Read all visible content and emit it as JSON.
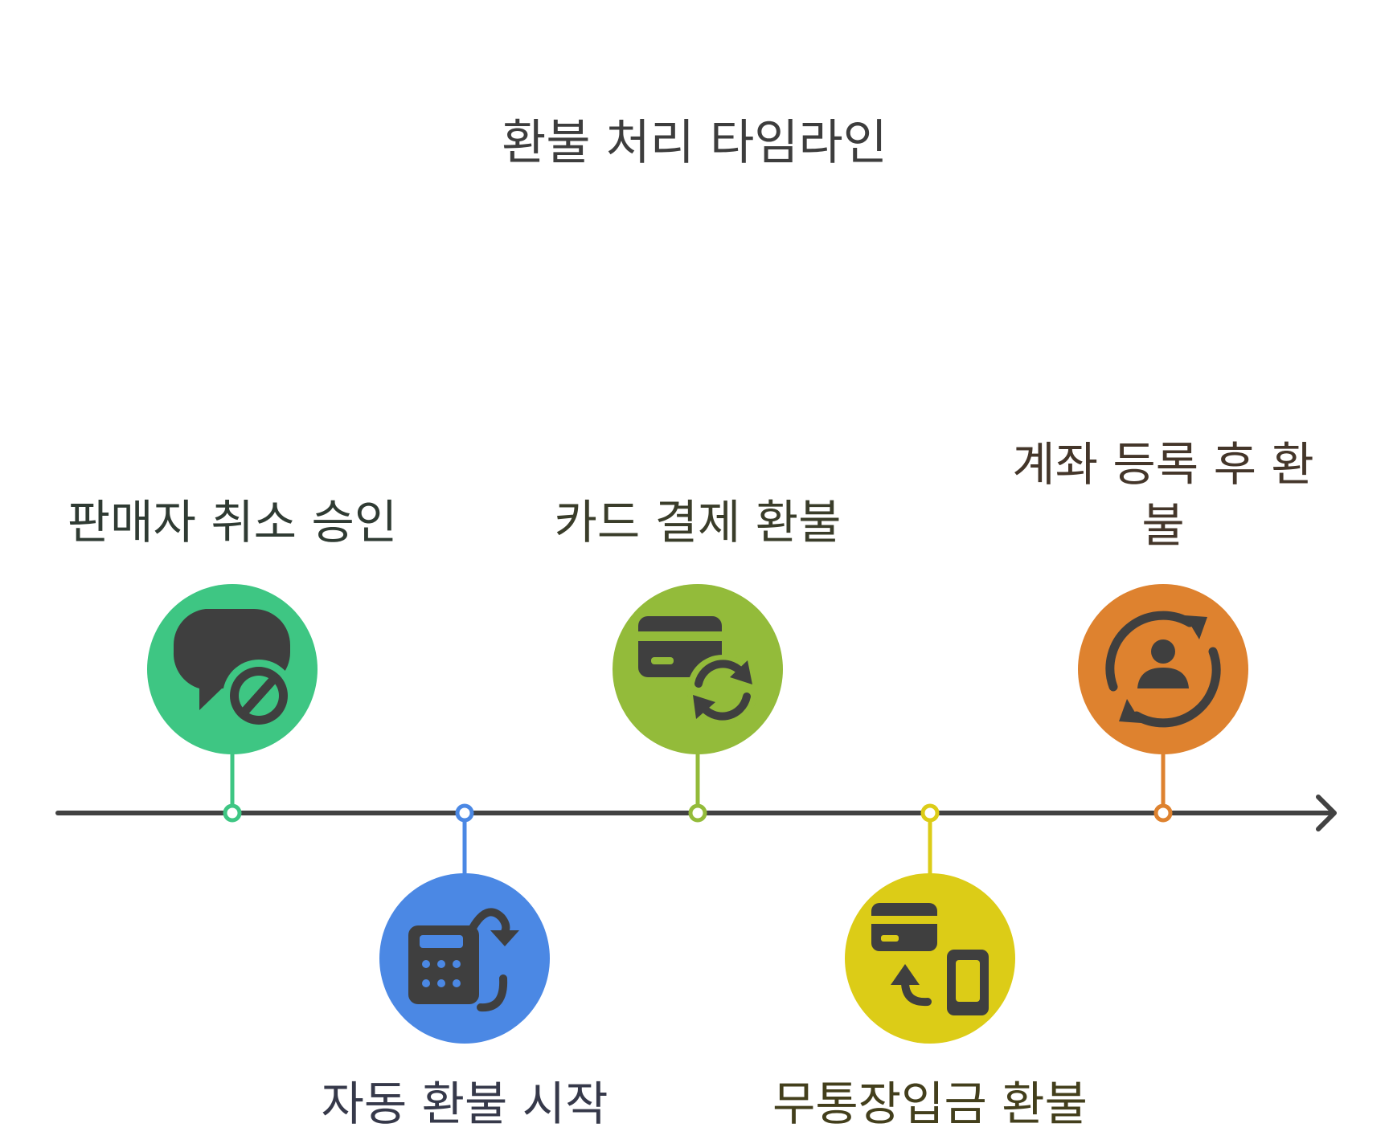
{
  "title": "환불 처리 타임라인",
  "colors": {
    "axis": "#424242",
    "icon": "#3f3f3f",
    "green": "#3ec683",
    "blue": "#4b88e4",
    "lime": "#93bb3a",
    "yellow": "#dccc17",
    "orange": "#de822f"
  },
  "events": [
    {
      "label": "판매자 취소 승인",
      "icon": "chat-block-icon",
      "color": "#3ec683",
      "text_color": "#2f3b33",
      "position": "above"
    },
    {
      "label": "자동 환불 시작",
      "icon": "calculator-refund-icon",
      "color": "#4b88e4",
      "text_color": "#36394a",
      "position": "below"
    },
    {
      "label": "카드 결제 환불",
      "icon": "card-refresh-icon",
      "color": "#93bb3a",
      "text_color": "#3a3d2a",
      "position": "above"
    },
    {
      "label": "무통장입금 환불",
      "icon": "card-phone-transfer-icon",
      "color": "#dccc17",
      "text_color": "#433f1c",
      "position": "below"
    },
    {
      "label": "계좌 등록 후 환불",
      "icon": "account-cycle-icon",
      "color": "#de822f",
      "text_color": "#44362a",
      "position": "above"
    }
  ]
}
